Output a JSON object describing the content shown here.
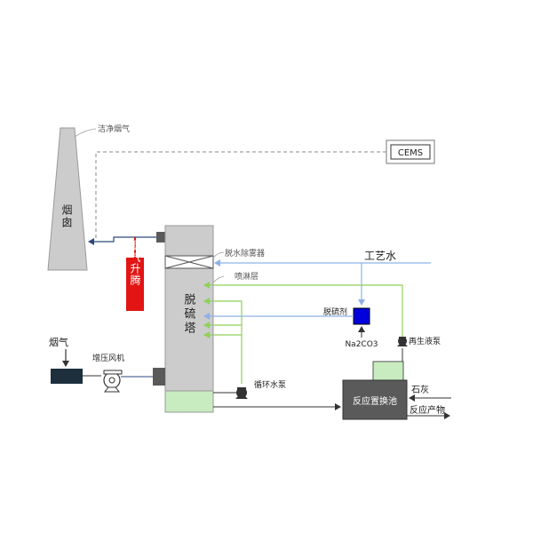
{
  "labels": {
    "clean_gas": "洁净烟气",
    "cems": "CEMS",
    "chimney": "烟囱",
    "flue_rise": "烟气升腾",
    "demister": "脱水除雾器",
    "spray_layer": "喷淋层",
    "process_water": "工艺水",
    "desulf_agent": "脱硫剂",
    "na2co3": "Na2CO3",
    "tower": "脱硫塔",
    "flue_gas": "烟气",
    "booster_fan": "增压风机",
    "regen_pump": "再生液泵",
    "circ_pump": "循环水泵",
    "reaction_tank": "反应置换池",
    "lime": "石灰",
    "product": "反应产物"
  },
  "colors": {
    "gray": "#cccccc",
    "dark_gray": "#5a5a5a",
    "red": "#e31414",
    "blue_line": "#8fb0e6",
    "green_line": "#8fd05a",
    "water_green": "#c8ecc0",
    "agent_blue": "#0000dd",
    "fan_dark": "#1d2f3d"
  }
}
